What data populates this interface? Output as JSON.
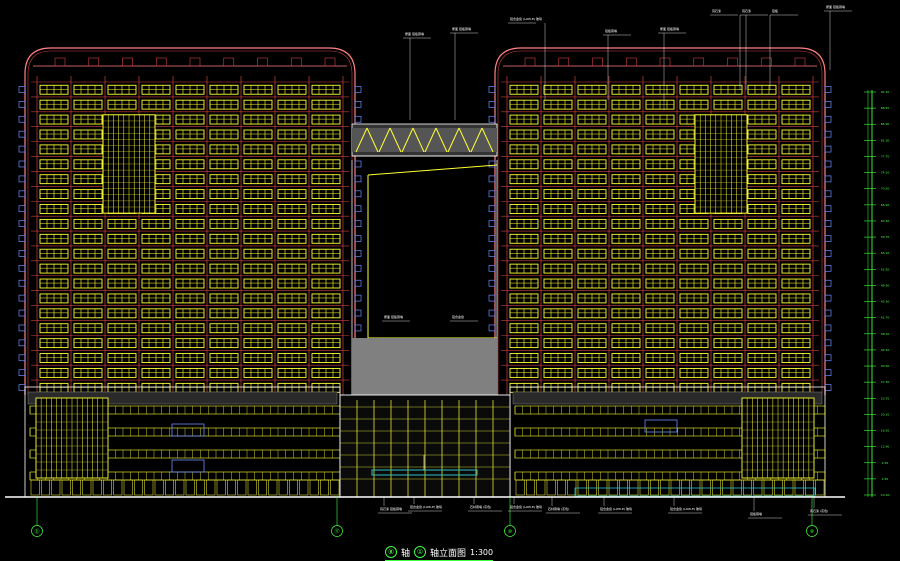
{
  "colors": {
    "background": "#000000",
    "outline": "#ff8080",
    "frame": "#d04040",
    "window": "#ffff33",
    "glass": "#808080",
    "cyan": "#40e0ff",
    "blue": "#6a8cff",
    "green": "#40ff40",
    "white": "#ffffff",
    "teal": "#30c0c0"
  },
  "title": {
    "left_axis": "⑧",
    "mid": "轴",
    "right_axis": "①",
    "text": "轴立面图",
    "scale": "1:300"
  },
  "grid_axes": [
    "㉑",
    "⑰",
    "⑩",
    "⑨"
  ],
  "level_labels": [
    "92.10",
    "88.50",
    "84.90",
    "81.30",
    "77.70",
    "74.10",
    "70.50",
    "66.90",
    "63.30",
    "59.70",
    "56.10",
    "52.50",
    "48.90",
    "45.30",
    "41.70",
    "38.10",
    "34.50",
    "30.90",
    "27.30",
    "23.70",
    "20.10",
    "16.50",
    "12.90",
    "9.30",
    "4.50",
    "±0.00"
  ],
  "top_callouts": [
    "屋面 铝板幕墙",
    "屋面 铝板幕墙",
    "铝合金窗 (LOW-E) 玻璃",
    "铝板幕墙",
    "屋面 铝板幕墙",
    "真石漆",
    "真石漆",
    "铝板",
    "屋面 铝板幕墙"
  ],
  "mid_callouts": [
    "屋面 铝板幕墙",
    "铝合金窗"
  ],
  "bottom_callouts": [
    "真石漆 铝板幕墙",
    "铝合金窗 (LOW-E) 玻璃",
    "石材幕墙 (灰色)",
    "铝合金窗 (LOW-E) 玻璃",
    "石材幕墙 (灰色)",
    "铝合金窗 (LOW-E) 玻璃",
    "铝合金窗 (LOW-E) 玻璃",
    "铝板幕墙",
    "真石漆 (灰色)"
  ]
}
